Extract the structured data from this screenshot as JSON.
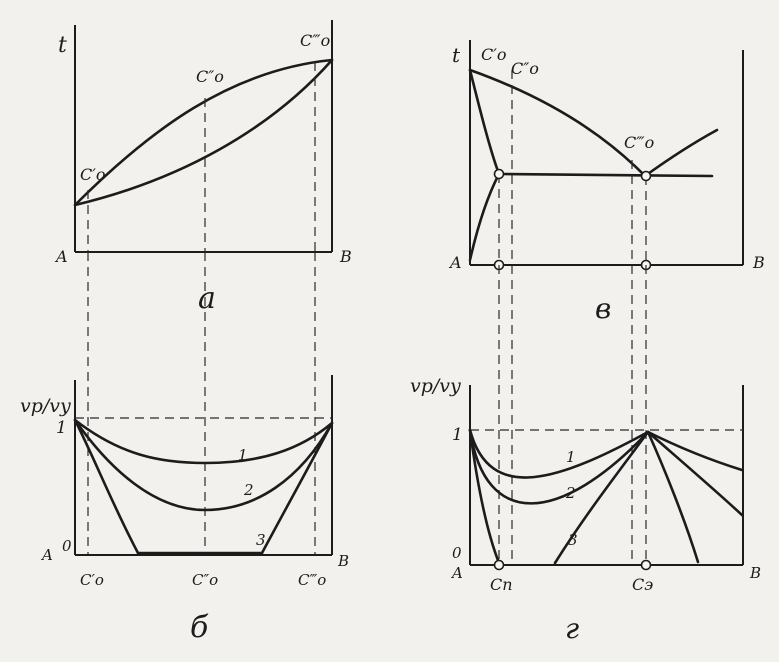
{
  "panel_a": {
    "caption": "a",
    "t_label": "t",
    "A": "A",
    "B": "B",
    "c1": "C′o",
    "c2": "C″o",
    "c3": "C‴o"
  },
  "panel_v": {
    "caption": "в",
    "t_label": "t",
    "A": "A",
    "B": "B",
    "c1": "C′o",
    "c2": "C″o",
    "c3": "C‴o"
  },
  "panel_b": {
    "caption": "б",
    "ratio_label": "vp/vy",
    "one": "1",
    "zero": "0",
    "A": "A",
    "B": "B",
    "c1": "C′o",
    "c2": "C″o",
    "c3": "C‴o",
    "curve_labels": [
      "1",
      "2",
      "3"
    ]
  },
  "panel_g": {
    "caption": "г",
    "ratio_label": "vp/vy",
    "one": "1",
    "zero": "0",
    "A": "A",
    "B": "B",
    "cn": "Cn",
    "ce": "Cэ",
    "curve_labels": [
      "1",
      "2",
      "3"
    ]
  }
}
